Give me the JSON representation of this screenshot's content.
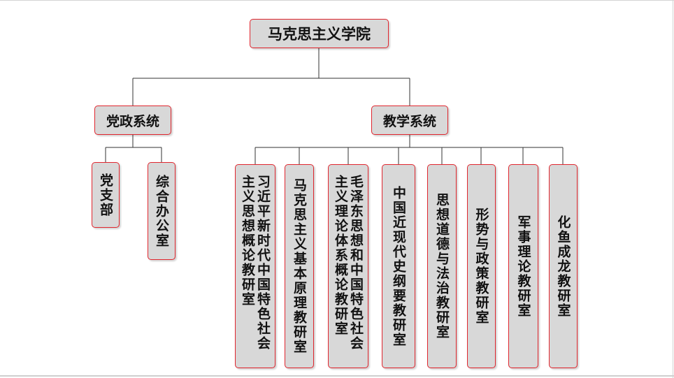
{
  "root": {
    "label": "马克思主义学院"
  },
  "branches": [
    {
      "label": "党政系统",
      "children": [
        "党支部",
        "综合办公室"
      ]
    },
    {
      "label": "教学系统",
      "children": [
        "习近平新时代中国特色社会主义思想概论教研室",
        "马克思主义基本原理教研室",
        "毛泽东思想和中国特色社会主义理论体系概论教研室",
        "中国近现代史纲要教研室",
        "思想道德与法治教研室",
        "形势与政策教研室",
        "军事理论教研室",
        "化鱼成龙教研室"
      ]
    }
  ]
}
